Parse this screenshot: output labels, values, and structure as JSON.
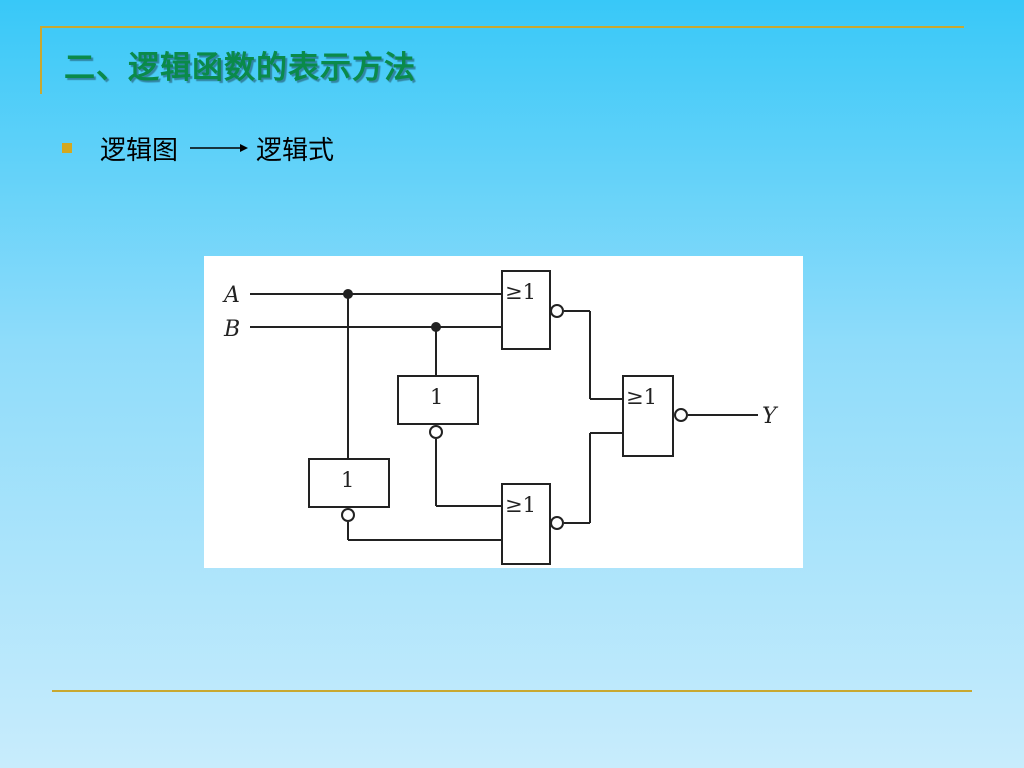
{
  "slide": {
    "title": "二、逻辑函数的表示方法"
  },
  "bullet": {
    "from_text": "逻辑图",
    "to_text": "逻辑式"
  },
  "diagram": {
    "inputs": [
      "A",
      "B"
    ],
    "output": "Y",
    "gates": {
      "nor_top": "≥1",
      "not_b": "1",
      "not_a": "1",
      "nor_bottom": "≥1",
      "nor_final": "≥1"
    }
  },
  "colors": {
    "title": "#0a8a4a",
    "accent_rule": "#c8a830",
    "bullet": "#d4a820"
  }
}
